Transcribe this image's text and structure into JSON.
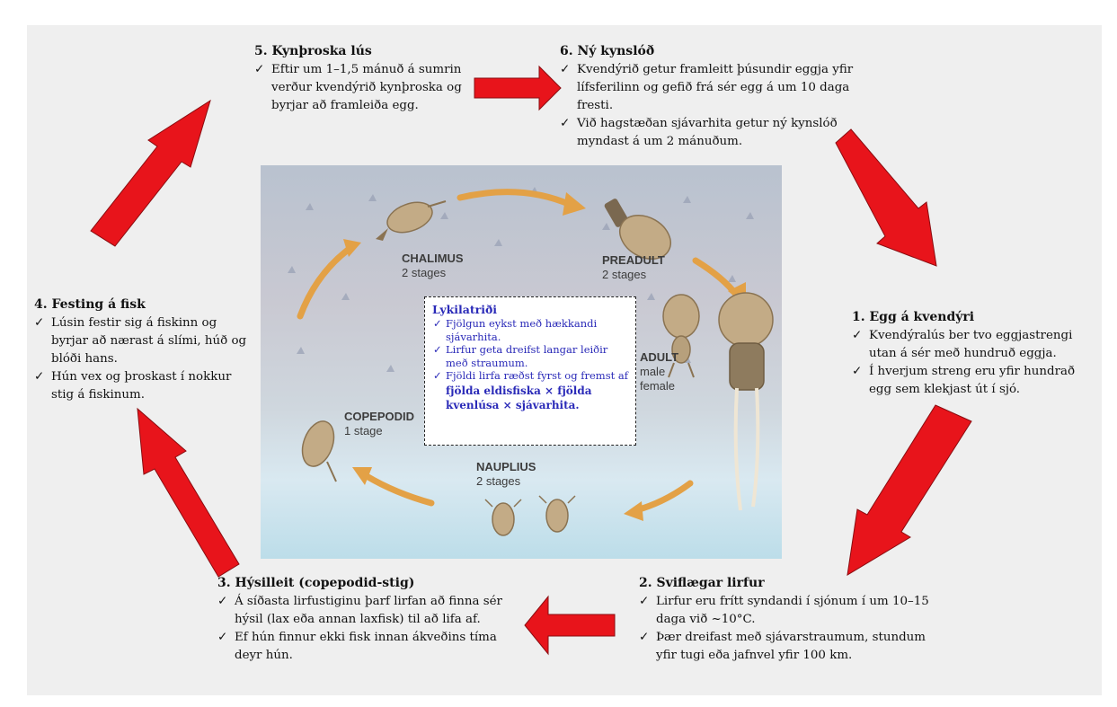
{
  "check": "✓",
  "steps": [
    {
      "title": "5. Kynþroska lús",
      "items": [
        "Eftir um 1–1,5 mánuð á sumrin verður kvendýrið kynþroska og byrjar að framleiða egg."
      ]
    },
    {
      "title": "6. Ný kynslóð",
      "items": [
        "Kvendýrið getur framleitt þúsundir eggja yfir lífsferilinn og gefið frá sér egg á um 10 daga fresti.",
        "Við hagstæðan sjávarhita getur ný kynslóð myndast á um 2 mánuðum."
      ]
    },
    {
      "title": "4. Festing á fisk",
      "items": [
        "Lúsin festir sig á fiskinn og byrjar að nærast á slími, húð og blóði hans.",
        "Hún vex og þroskast í nokkur stig á fiskinum."
      ]
    },
    {
      "title": "1. Egg á kvendýri",
      "items": [
        "Kvendýralús ber tvo eggjastrengi utan á sér með hundruð eggja.",
        "Í hverjum streng eru yfir hundrað egg sem klekjast út í sjó."
      ]
    },
    {
      "title": "3. Hýsilleit (copepodid-stig)",
      "items": [
        "Á síðasta lirfustiginu þarf lirfan að finna sér hýsil (lax eða annan laxfisk) til að lifa af.",
        "Ef hún finnur ekki fisk innan ákveðins tíma deyr hún."
      ]
    },
    {
      "title": "2. Sviflægar lirfur",
      "items": [
        "Lirfur eru frítt syndandi í sjónum í um 10–15 daga við ~10°C.",
        "Þær dreifast með sjávarstraumum, stundum yfir tugi eða jafnvel yfir 100 km."
      ]
    }
  ],
  "key": {
    "title": "Lykilatriði",
    "items": [
      "Fjölgun eykst með hækkandi sjávarhita.",
      "Lirfur geta dreifst langar leiðir með straumum.",
      "Fjöldi lirfa ræðst fyrst og fremst af"
    ],
    "formula": "fjölda eldisfiska × fjölda kvenlúsa × sjávarhita."
  },
  "stages": {
    "chalimus": {
      "name": "CHALIMUS",
      "count": "2 stages"
    },
    "preadult": {
      "name": "PREADULT",
      "count": "2 stages"
    },
    "adult": {
      "name": "ADULT",
      "male": "male",
      "female": "female"
    },
    "copepodid": {
      "name": "COPEPODID",
      "count": "1 stage"
    },
    "nauplius": {
      "name": "NAUPLIUS",
      "count": "2 stages"
    }
  },
  "colors": {
    "arrow": "#e8141b",
    "cycle_arrow": "#e3a146",
    "key_text": "#2a2ab8",
    "panel": "#efefef"
  }
}
